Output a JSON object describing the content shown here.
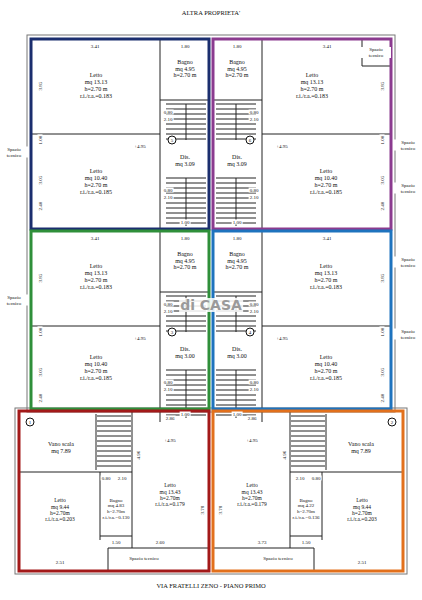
{
  "diagram": {
    "title": "ALTRA PROPRIETA'",
    "caption": "VIA FRATELLI ZENO - PIANO PRIMO",
    "nodes": [
      {
        "text": [
          "Letto",
          "mq 13.13",
          "h=2.70 m",
          "r.i./r.a.=0.183"
        ]
      },
      {
        "text": [
          "Bagno",
          "mq 4.95",
          "h=2.70 m"
        ]
      },
      {
        "text": [
          "Bagno",
          "mq 4.95",
          "h=2.70 m"
        ]
      },
      {
        "text": [
          "Letto",
          "mq 13.13",
          "h=2.70 m",
          "r.i./r.a.=0.183"
        ]
      },
      {
        "text": [
          "Spazio tecnico"
        ]
      },
      {
        "text": [
          "Letto",
          "mq 10.40",
          "h=2.70 m",
          "r.i./r.a.=0.185"
        ]
      },
      {
        "text": [
          "Dis.",
          "mq 3.09"
        ]
      },
      {
        "text": [
          "Dis.",
          "mq 3.09"
        ]
      },
      {
        "text": [
          "Letto",
          "mq 10.40",
          "h=2.70 m",
          "r.i./r.a.=0.185"
        ]
      },
      {
        "text": [
          "Letto",
          "mq 13.13",
          "h=2.70 m",
          "r.i./r.a.=0.183"
        ]
      },
      {
        "text": [
          "Bagno",
          "mq 4.95",
          "h=2.70 m"
        ]
      },
      {
        "text": [
          "Bagno",
          "mq 4.95",
          "h=2.70 m"
        ]
      },
      {
        "text": [
          "Letto",
          "mq 13.13",
          "h=2.70 m",
          "r.i./r.a.=0.183"
        ]
      },
      {
        "text": [
          "Letto",
          "mq 10.40",
          "h=2.70 m",
          "r.i./r.a.=0.185"
        ]
      },
      {
        "text": [
          "Dis.",
          "mq 3.00"
        ]
      },
      {
        "text": [
          "Dis.",
          "mq 3.00"
        ]
      },
      {
        "text": [
          "Letto",
          "mq 10.40",
          "h=2.70 m",
          "r.i./r.a.=0.185"
        ]
      },
      {
        "text": [
          "Vano scala",
          "mq 7.89"
        ]
      },
      {
        "text": [
          "Letto",
          "mq 13.43",
          "h=2.70m",
          "r.i./r.a.=0.179"
        ]
      },
      {
        "text": [
          "Letto",
          "mq 13.43",
          "h=2.70m",
          "r.i./r.a.=0.179"
        ]
      },
      {
        "text": [
          "Vano scala",
          "mq 7.89"
        ]
      },
      {
        "text": [
          "Letto",
          "mq 9.44",
          "h=2.70m",
          "r.i./r.a.=0.203"
        ]
      },
      {
        "text": [
          "Bagno",
          "mq 4.83",
          "h=2.70m",
          "r.i./r.a.=0.130"
        ]
      },
      {
        "text": [
          "Bagno",
          "mq 4.22",
          "h=2.70m",
          "r.i./r.a.=0.136"
        ]
      },
      {
        "text": [
          "Letto",
          "mq 9.44",
          "h=2.70m",
          "r.i./r.a.=0.203"
        ]
      },
      {
        "text": [
          "Spazio tecnico"
        ]
      },
      {
        "text": [
          "Spazio tecnico"
        ]
      }
    ],
    "labels": [
      "3.41",
      "1.80",
      "3.85",
      "1.00",
      "3.05",
      "2.40",
      "0.80",
      "2.10",
      "5",
      "+4.95",
      "0.80",
      "2.10",
      "1.00",
      "3.41",
      "1.80",
      "3.85",
      "1.00",
      "3.05",
      "2.40",
      "0.80",
      "2.10",
      "6",
      "+4.95",
      "0.80",
      "2.10",
      "1.00",
      "3.41",
      "1.80",
      "3.85",
      "1.00",
      "3.05",
      "2.40",
      "0.80",
      "2.10",
      "3",
      "+4.95",
      "0.80",
      "2.10",
      "1.00",
      "3.41",
      "1.80",
      "3.85",
      "1.00",
      "3.05",
      "2.40",
      "0.80",
      "2.10",
      "4",
      "+4.95",
      "0.80",
      "2.10",
      "1.00",
      "1",
      "2.86",
      "4.96",
      "3.78",
      "2.60",
      "2.51",
      "1.50",
      "0.80",
      "2.10",
      "+4.95",
      "2",
      "2.86",
      "4.96",
      "3.78",
      "3.73",
      "2.51",
      "1.50",
      "0.80",
      "2.10",
      "+4.95",
      "Spazio tecnico",
      "Spazio tecnico",
      "Spazio tecnico",
      "Spazio tecnico",
      "Spazio tecnico",
      "Spazio tecnico",
      "di CASA"
    ]
  }
}
